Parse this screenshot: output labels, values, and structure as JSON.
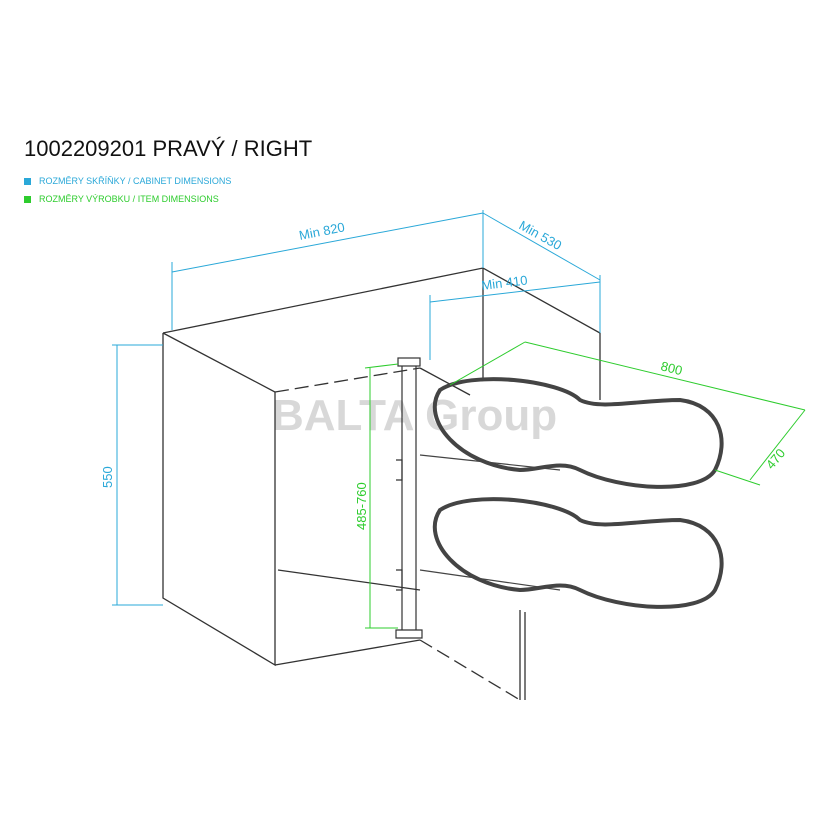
{
  "title": "1002209201 PRAVÝ / RIGHT",
  "legend": [
    {
      "label": "ROZMĚRY SKŘÍŇKY / CABINET DIMENSIONS",
      "color": "#2aa8d8"
    },
    {
      "label": "ROZMĚRY VÝROBKU / ITEM DIMENSIONS",
      "color": "#2ecc2e"
    }
  ],
  "watermark": "BALTA Group",
  "dimensions": {
    "cabinet_width": "Min 820",
    "cabinet_depth": "Min 530",
    "door_opening": "Min 410",
    "cabinet_height": "550",
    "item_height": "485-760",
    "item_width": "800",
    "item_depth": "470"
  }
}
